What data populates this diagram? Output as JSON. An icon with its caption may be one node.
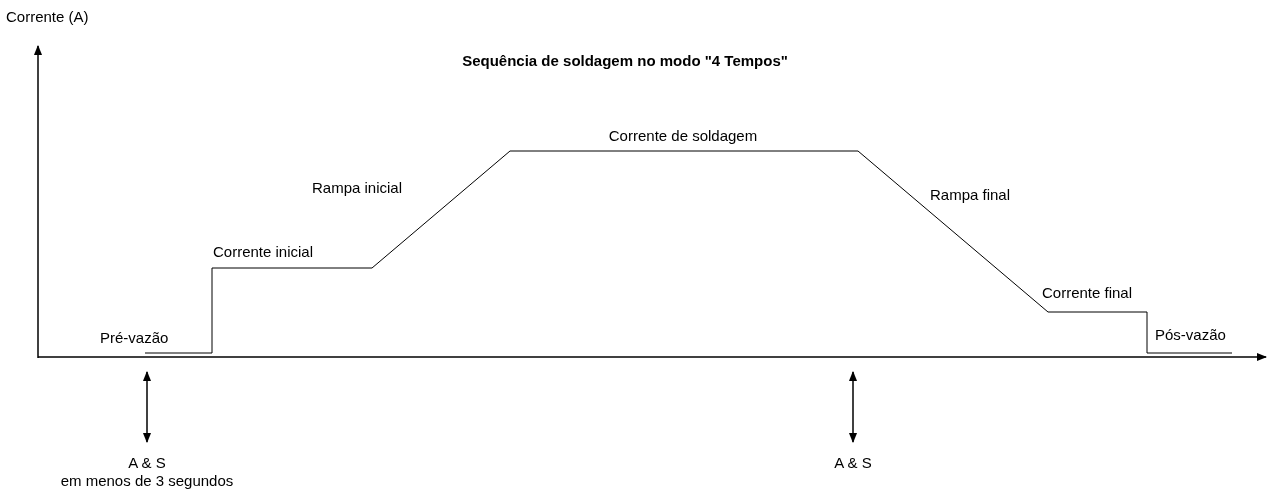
{
  "diagram": {
    "title": "Sequência de soldagem no modo \"4 Tempos\"",
    "labels": [
      "Corrente (A)",
      "Corrente de soldagem",
      "Rampa inicial",
      "Rampa final",
      "Corrente inicial",
      "Corrente final",
      "Pré-vazão",
      "Pós-vazão",
      "A & S",
      "em menos de 3 segundos",
      "A & S"
    ]
  }
}
